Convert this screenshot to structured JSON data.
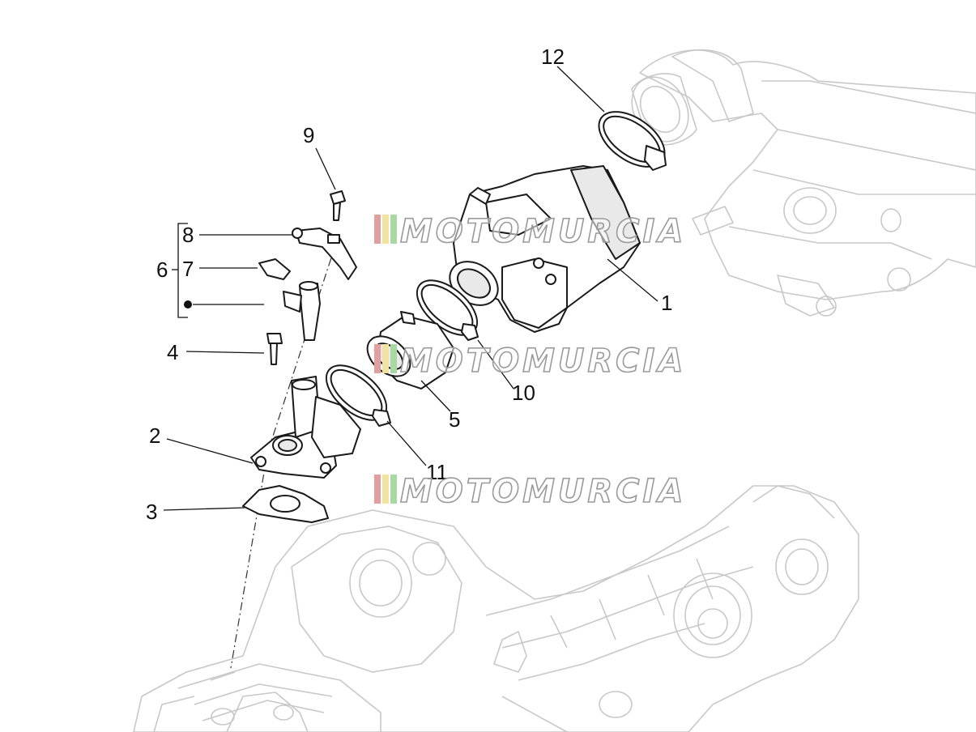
{
  "callouts": {
    "c1": "1",
    "c2": "2",
    "c3": "3",
    "c4": "4",
    "c5": "5",
    "c6": "6",
    "c7": "7",
    "c8": "8",
    "c9": "9",
    "c10": "10",
    "c11": "11",
    "c12": "12"
  },
  "watermark": {
    "text": "MOTOMURCIA",
    "stripe_colors": [
      "#e0a0a0",
      "#f2e3a0",
      "#a9d8a5"
    ]
  },
  "colors": {
    "line": "#111111",
    "ghost": "#c8c8c8"
  }
}
